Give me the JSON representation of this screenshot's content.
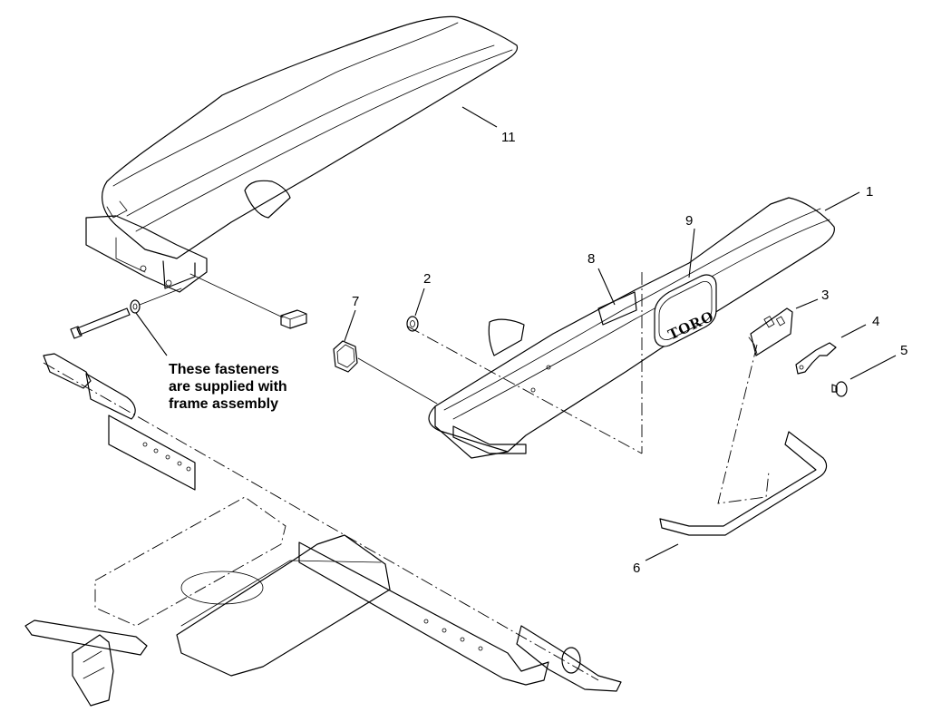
{
  "callouts": {
    "c1": "1",
    "c2": "2",
    "c3": "3",
    "c4": "4",
    "c5": "5",
    "c6": "6",
    "c7": "7",
    "c8": "8",
    "c9": "9",
    "c11": "11"
  },
  "note": {
    "line1": "These fasteners",
    "line2": "are supplied with",
    "line3": "frame assembly"
  },
  "decal": {
    "brand": "TORO"
  }
}
